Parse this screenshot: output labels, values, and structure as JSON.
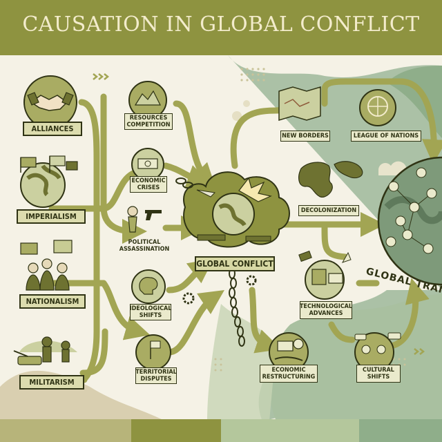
{
  "title": "CAUSATION IN GLOBAL CONFLICT",
  "colors": {
    "title_bar": "#8e9340",
    "title_text": "#f3eccc",
    "flow_arrow": "#a2a553",
    "outline": "#2f3314",
    "sage": "#9db99a",
    "cream": "#f5f2e6"
  },
  "root_causes": [
    {
      "label": "ALLIANCES",
      "icon": "handshake-icon"
    },
    {
      "label": "IMPERIALISM",
      "icon": "globe-flags-icon"
    },
    {
      "label": "NATIONALISM",
      "icon": "flag-crowd-icon"
    },
    {
      "label": "MILITARISM",
      "icon": "soldiers-tank-icon"
    }
  ],
  "catalysts": [
    {
      "label": "RESOURCES COMPETITION",
      "icon": "resource-pile-icon"
    },
    {
      "label": "ECONOMIC CRISES",
      "icon": "banknote-icon"
    },
    {
      "label": "POLITICAL ASSASSINATION",
      "icon": "gun-icon"
    },
    {
      "label": "IDEOLOGICAL SHIFTS",
      "icon": "brain-icon"
    },
    {
      "label": "TERRITORIAL DISPUTES",
      "icon": "flag-on-hill-icon"
    }
  ],
  "center": {
    "label": "GLOBAL CONFLICT",
    "icon": "explosion-globe-icon"
  },
  "outcomes": [
    {
      "label": "NEW BORDERS",
      "icon": "map-icon"
    },
    {
      "label": "LEAGUE OF NATIONS",
      "icon": "un-emblem-icon"
    },
    {
      "label": "DECOLONIZATION",
      "icon": "world-map-icon"
    },
    {
      "label": "TECHNOLOGICAL ADVANCES",
      "icon": "satellite-computer-icon"
    },
    {
      "label": "ECONOMIC RESTRUCTURING",
      "icon": "money-hand-icon"
    },
    {
      "label": "CULTURAL SHIFTS",
      "icon": "people-speech-icon"
    }
  ],
  "final": {
    "label": "GLOBAL TRANSFO",
    "icon": "connected-globe-icon"
  }
}
